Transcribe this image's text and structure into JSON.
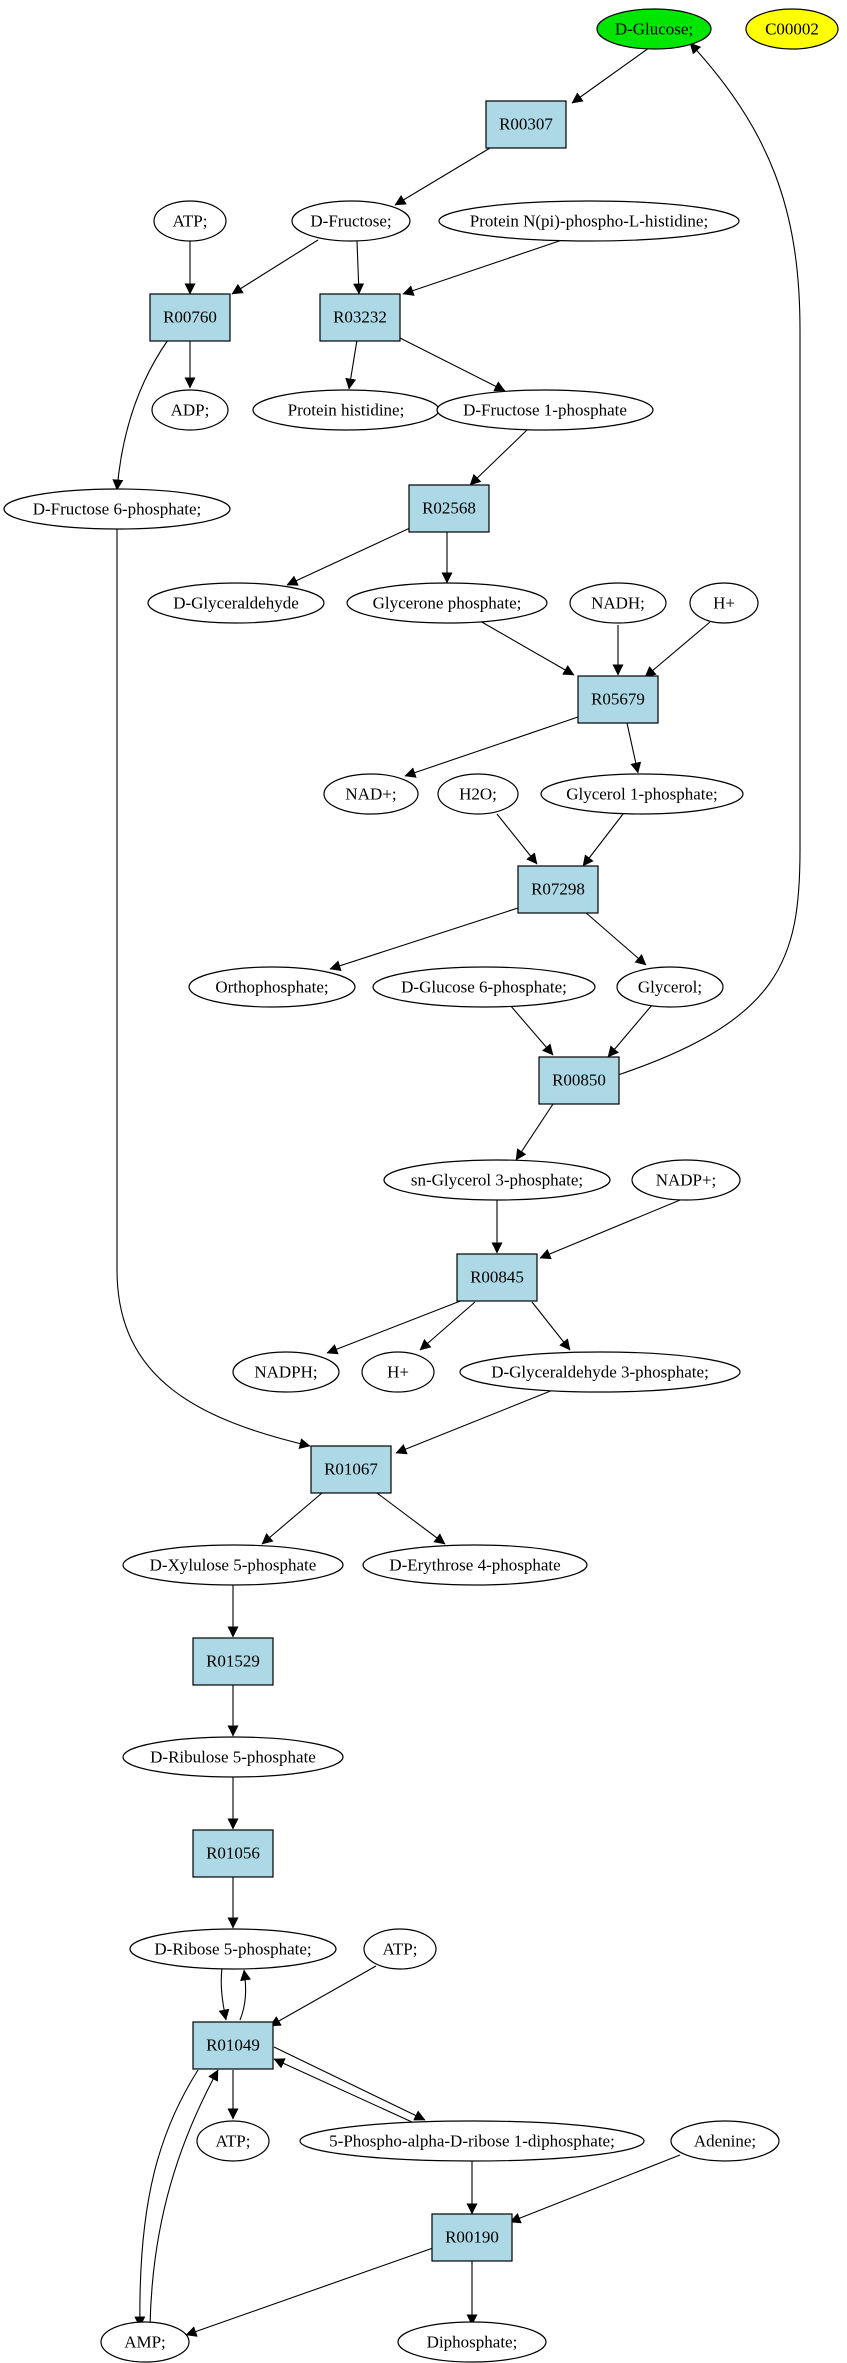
{
  "colors": {
    "reaction_fill": "#add8e6",
    "highlight_glucose": "#00e600",
    "highlight_c00002": "#ffff00",
    "edge": "#000000"
  },
  "nodes": {
    "glucose": "D-Glucose;",
    "c00002": "C00002",
    "r00307": "R00307",
    "atp1": "ATP;",
    "fructose": "D-Fructose;",
    "protein_nphos": "Protein N(pi)-phospho-L-histidine;",
    "r00760": "R00760",
    "r03232": "R03232",
    "adp": "ADP;",
    "protein_his": "Protein histidine;",
    "fru1p": "D-Fructose 1-phosphate",
    "fru6p": "D-Fructose 6-phosphate;",
    "r02568": "R02568",
    "glyceraldehyde": "D-Glyceraldehyde",
    "glycerone_p": "Glycerone phosphate;",
    "nadh": "NADH;",
    "hplus1": "H+",
    "r05679": "R05679",
    "nadplus": "NAD+;",
    "h2o": "H2O;",
    "glycerol1p": "Glycerol 1-phosphate;",
    "r07298": "R07298",
    "orthophosphate": "Orthophosphate;",
    "glc6p": "D-Glucose 6-phosphate;",
    "glycerol": "Glycerol;",
    "r00850": "R00850",
    "snglycerol3p": "sn-Glycerol 3-phosphate;",
    "nadpplus": "NADP+;",
    "r00845": "R00845",
    "nadph": "NADPH;",
    "hplus2": "H+",
    "gap": "D-Glyceraldehyde 3-phosphate;",
    "r01067": "R01067",
    "xylulose5p": "D-Xylulose 5-phosphate",
    "erythrose4p": "D-Erythrose 4-phosphate",
    "r01529": "R01529",
    "ribulose5p": "D-Ribulose 5-phosphate",
    "r01056": "R01056",
    "ribose5p": "D-Ribose 5-phosphate;",
    "atp2": "ATP;",
    "r01049": "R01049",
    "atp3": "ATP;",
    "prpp": "5-Phospho-alpha-D-ribose 1-diphosphate;",
    "adenine": "Adenine;",
    "r00190": "R00190",
    "amp": "AMP;",
    "diphosphate": "Diphosphate;"
  }
}
